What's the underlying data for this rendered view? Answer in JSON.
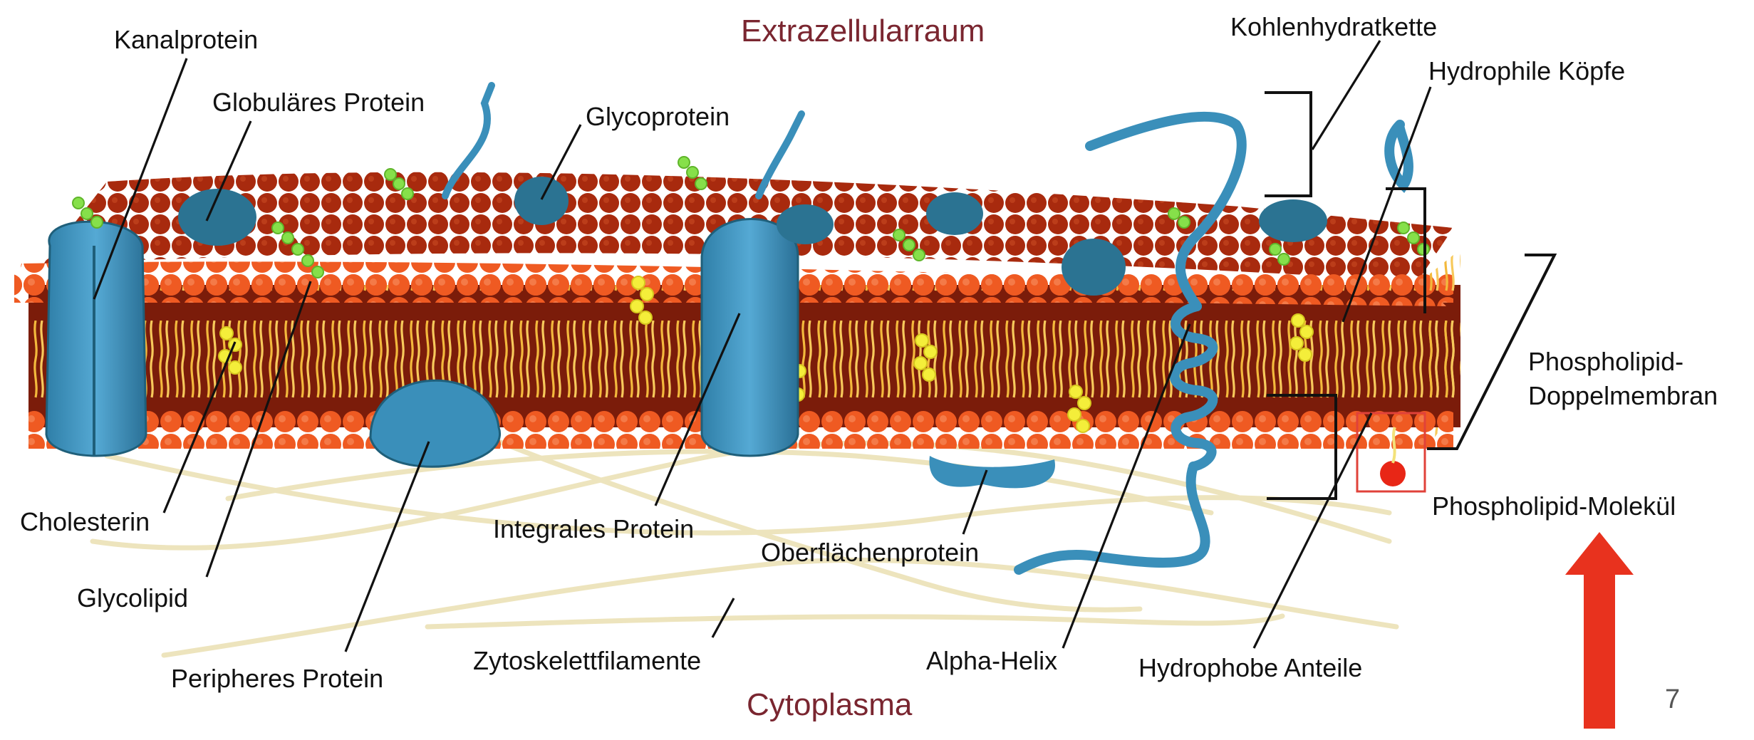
{
  "regions": {
    "top": "Extrazellularraum",
    "bottom": "Cytoplasma"
  },
  "labels": {
    "kanalprotein": "Kanalprotein",
    "globulaeres_protein": "Globuläres Protein",
    "glycoprotein": "Glycoprotein",
    "kohlenhydratkette": "Kohlenhydratkette",
    "hydrophile_koepfe": "Hydrophile Köpfe",
    "phospholipid_doppel_1": "Phospholipid-",
    "phospholipid_doppel_2": "Doppelmembran",
    "phospholipid_molekuel": "Phospholipid-Molekül",
    "cholesterin": "Cholesterin",
    "glycolipid": "Glycolipid",
    "peripheres_protein": "Peripheres Protein",
    "integrales_protein": "Integrales Protein",
    "oberflaechenprotein": "Oberflächenprotein",
    "zytoskelettfilamente": "Zytoskelettfilamente",
    "alpha_helix": "Alpha-Helix",
    "hydrophobe_anteile": "Hydrophobe Anteile"
  },
  "slide_number": "7",
  "colors": {
    "head_light": "#ee5a24",
    "head_dark": "#8e1e08",
    "tail": "#f3b93c",
    "protein": "#3a8fba",
    "protein_dark": "#1f5f7a",
    "sugar": "#86e04a",
    "cholesterol": "#f4ee3a",
    "filament": "#ece3b7",
    "arrow": "#e8321e"
  },
  "icons": {
    "pointer": "up-arrow-icon"
  }
}
